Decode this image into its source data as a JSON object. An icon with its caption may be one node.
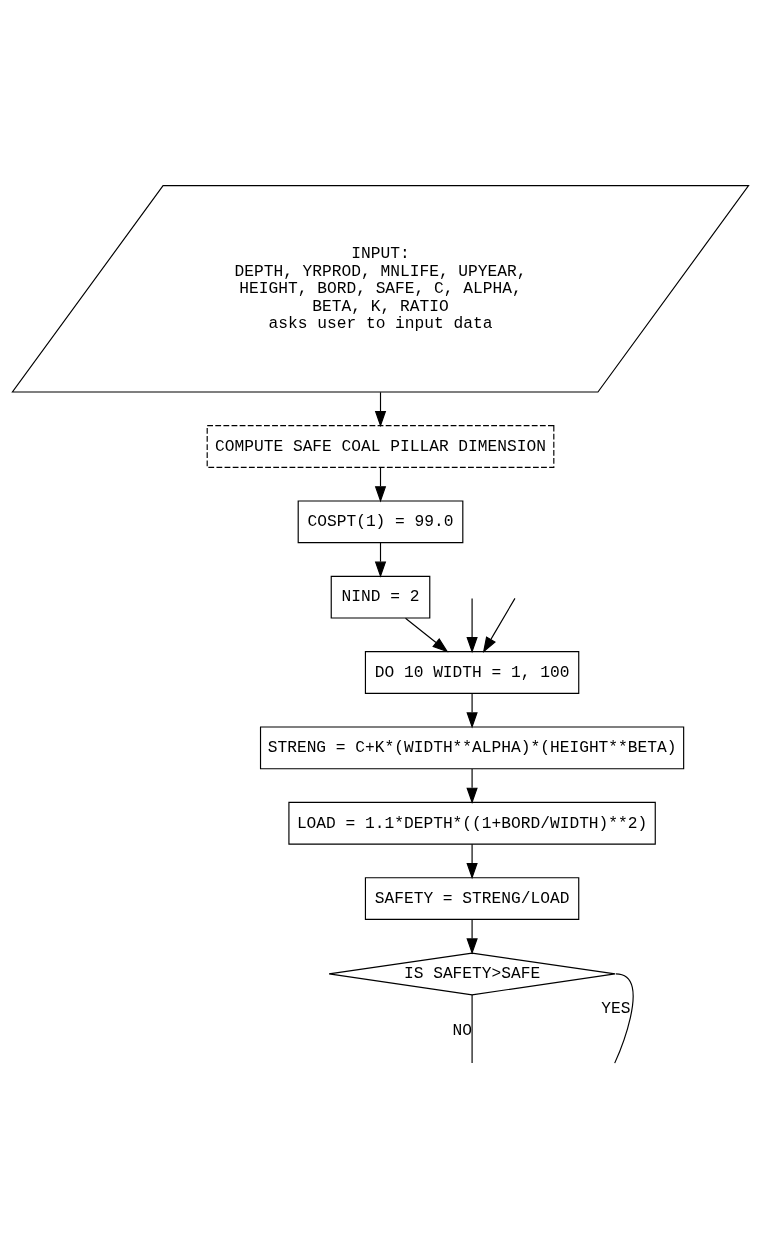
{
  "diagram": {
    "nodes": [
      {
        "text": [
          "INPUT:",
          "DEPTH, YRPROD, MNLIFE, UPYEAR, HEIGHT, BORD, SAFE, C, ALPHA, BETA, K, RATIO",
          "asks user to input data"
        ]
      },
      {
        "text": [
          "COMPUTE SAFE COAL PILLAR DIMENSION"
        ]
      },
      {
        "text": [
          "COSPT(1) = 99.0"
        ]
      },
      {
        "text": [
          "NIND = 2"
        ]
      },
      {
        "text": [
          "DO 10 WIDTH = 1, 100"
        ]
      },
      {
        "text": [
          "STRENG = C+K*(WIDTH**ALPHA)*(HEIGHT**BETA)"
        ]
      },
      {
        "text": [
          "LOAD = 1.1*DEPTH*((1+BORD/WIDTH)**2)"
        ]
      },
      {
        "text": [
          "SAFETY = STRENG/LOAD"
        ]
      },
      {
        "text": [
          "IS SAFETY>SAFE"
        ]
      }
    ],
    "edges": [
      {
        "from": 0,
        "to": 1,
        "arrow": "to"
      },
      {
        "from": 1,
        "to": 2,
        "arrow": "to"
      },
      {
        "from": 2,
        "to": 3,
        "arrow": "to"
      },
      {
        "from": 3,
        "to": 4,
        "arrow": "to"
      },
      {
        "from": 4,
        "to": 5,
        "arrow": "to"
      },
      {
        "from": 5,
        "to": 6,
        "arrow": "to"
      },
      {
        "from": 6,
        "to": 7,
        "arrow": "to"
      },
      {
        "from": 7,
        "to": 8,
        "arrow": "to"
      },
      {
        "from": 8,
        "to": null,
        "arrow": "none",
        "label": "YES"
      },
      {
        "from": 8,
        "to": null,
        "arrow": "none",
        "label": "NO"
      },
      {
        "from": null,
        "to": 4,
        "arrow": "to"
      },
      {
        "from": null,
        "to": 4,
        "arrow": "to"
      }
    ]
  }
}
